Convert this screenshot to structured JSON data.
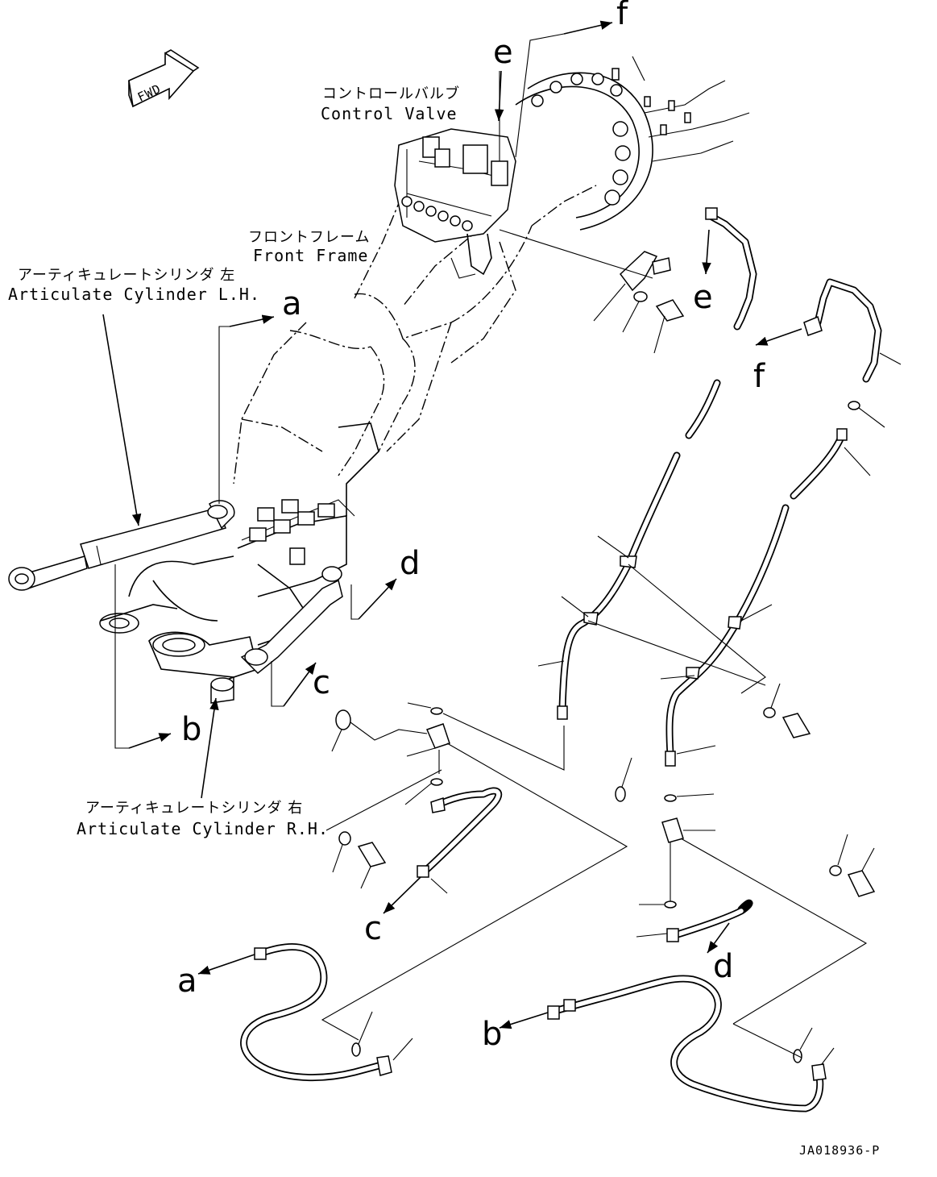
{
  "labels": {
    "fwd": "FWD",
    "control_valve_jp": "コントロールバルブ",
    "control_valve_en": "Control Valve",
    "front_frame_jp": "フロントフレーム",
    "front_frame_en": "Front Frame",
    "cyl_lh_jp": "アーティキュレートシリンダ 左",
    "cyl_lh_en": "Articulate Cylinder L.H.",
    "cyl_rh_jp": "アーティキュレートシリンダ 右",
    "cyl_rh_en": "Articulate Cylinder R.H.",
    "drawing_code": "JA018936-P"
  },
  "callouts": {
    "a": "a",
    "b": "b",
    "c": "c",
    "d": "d",
    "e": "e",
    "f": "f"
  }
}
